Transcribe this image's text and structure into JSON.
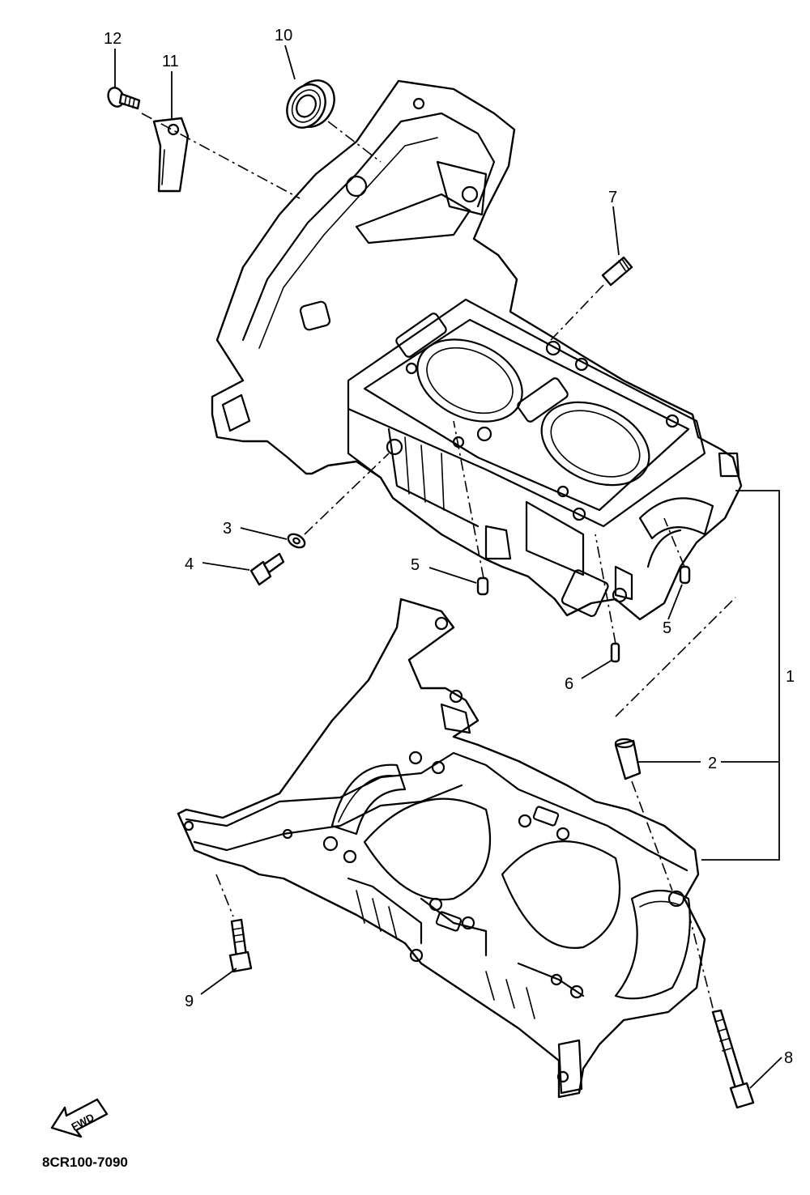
{
  "callouts": {
    "p1": "1",
    "p2": "2",
    "p3": "3",
    "p4": "4",
    "p5a": "5",
    "p5b": "5",
    "p6": "6",
    "p7": "7",
    "p8": "8",
    "p9": "9",
    "p10": "10",
    "p11": "11",
    "p12": "12"
  },
  "arrow_label": "FWD",
  "diagram_code": "8CR100-7090"
}
